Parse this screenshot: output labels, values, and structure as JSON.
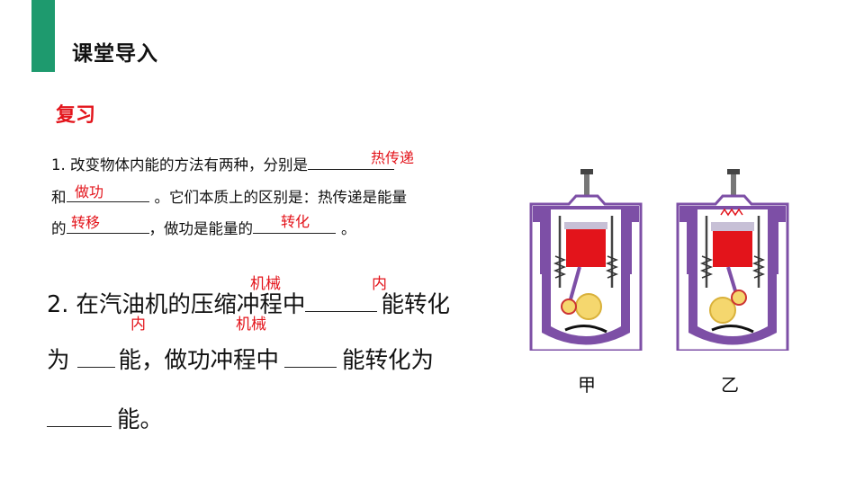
{
  "header": {
    "title": "课堂导入"
  },
  "section_label": "复习",
  "q1": {
    "line1_text": "1. 改变物体内能的方法有两种，分别是",
    "line2_prefix": "和",
    "line2_suffix": "。它们本质上的区别是：热传递是能量",
    "line3_prefix": "的",
    "line3_middle": "，做功是能量的",
    "line3_suffix": "。",
    "answers": [
      "热传递",
      "做功",
      "转移",
      "转化"
    ]
  },
  "q2": {
    "line1_text": "2. 在汽油机的压缩冲程中",
    "line1_tail": "能转化",
    "line2_head": "为",
    "line2_mid": "能，做功冲程中",
    "line2_tail": "能转化为",
    "line3_tail": "能。",
    "answers": [
      "机械",
      "内",
      "内",
      "机械"
    ]
  },
  "figures": {
    "left_caption": "甲",
    "right_caption": "乙"
  },
  "colors": {
    "accent": "#1e9a6e",
    "answer": "#e3141b",
    "engine_purple": "#7d4fa6",
    "piston": "#e3141b"
  }
}
